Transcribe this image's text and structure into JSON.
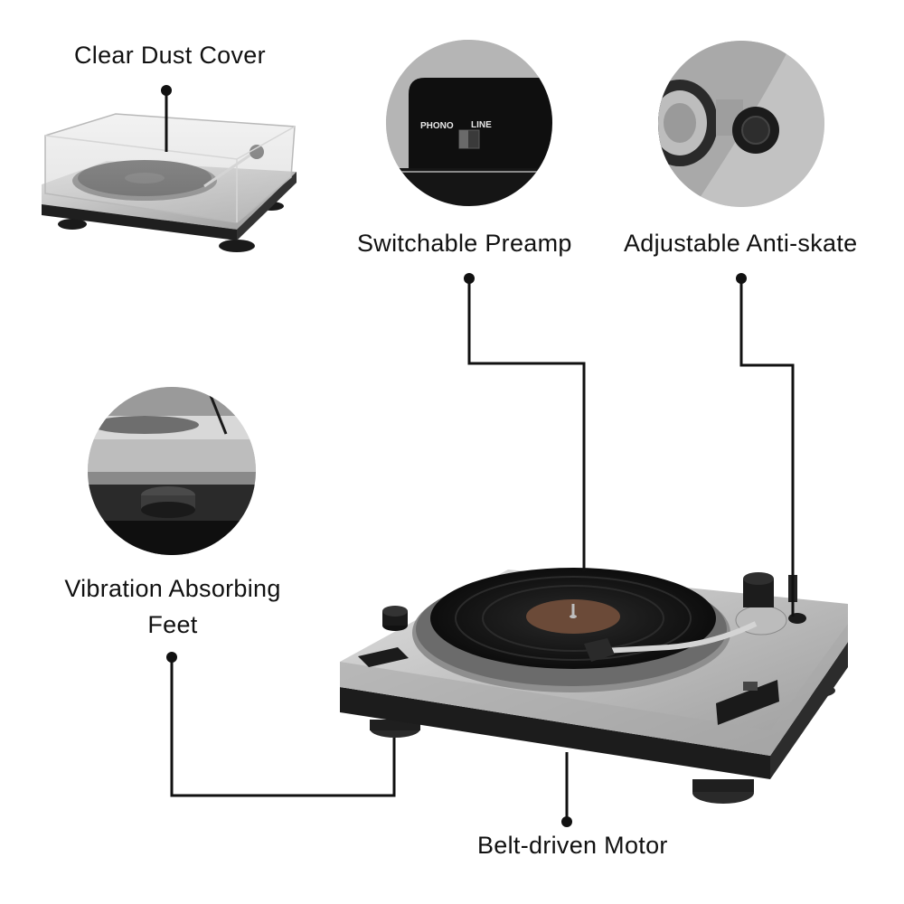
{
  "features": {
    "dust_cover": "Clear Dust Cover",
    "preamp": "Switchable Preamp",
    "anti_skate": "Adjustable Anti-skate",
    "feet_line1": "Vibration Absorbing",
    "feet_line2": "Feet",
    "motor": "Belt-driven Motor"
  },
  "preamp_switch": {
    "phono": "PHONO",
    "line": "LINE"
  },
  "colors": {
    "line": "#111111",
    "platter_silver": "#c9c9c9",
    "record": "#141414",
    "label": "#6b4a38"
  }
}
